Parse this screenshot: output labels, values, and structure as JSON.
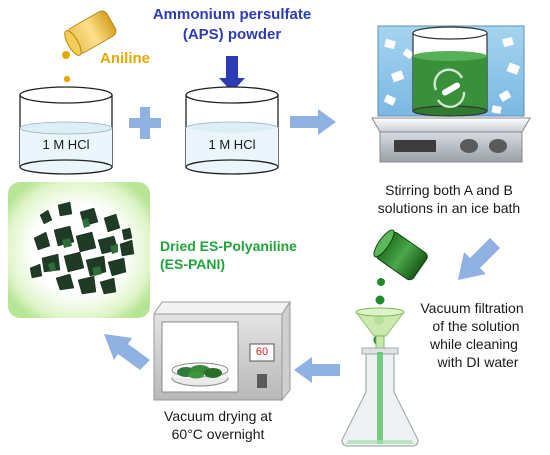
{
  "labels": {
    "aniline": "Aniline",
    "aps_line1": "Ammonium persulfate",
    "aps_line2": "(APS) powder",
    "beaker_a": "1 M HCl",
    "beaker_b": "1 M HCl",
    "stir_line1": "Stirring both A and B",
    "stir_line2": "solutions in an ice bath",
    "product_line1": "Dried ES-Polyaniline",
    "product_line2": "(ES-PANI)",
    "filt_line1": "Vacuum filtration",
    "filt_line2": "of the solution",
    "filt_line3": "while cleaning",
    "filt_line4": "with DI water",
    "dry_line1": "Vacuum drying at",
    "dry_line2": "60°C overnight",
    "oven_display": "60"
  },
  "colors": {
    "aniline": "#e6a800",
    "aps": "#2d3cb4",
    "pani_green": "#1fa53a",
    "arrow_blue": "#8fb2e2",
    "solution_green": "#3a8f3a"
  }
}
